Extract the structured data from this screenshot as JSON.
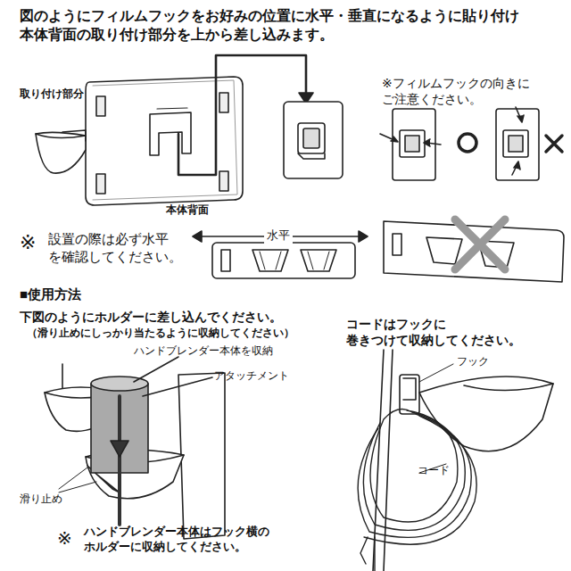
{
  "diagram": {
    "labels": [
      "図のようにフィルムフックをお好みの位置に水平・垂直になるように貼り付け 本体背面の取り付け部分を上から差し込みます。",
      "取り付け部分",
      "本体背面",
      "※フィルムフックの向きに ご注意ください。",
      "※",
      "設置の際は必ず水平 を確認してください。",
      "水平",
      "■使用方法",
      "下図のようにホルダーに差し込んでください。",
      "（滑り止めにしっかり当たるように収納してください）",
      "ハンドブレンダー本体を収納",
      "アタッチメント",
      "滑り止め",
      "※",
      "ハンドブレンダー本体はフック横の ホルダーに収納してください。",
      "コードはフックに 巻きつけて収納してください。",
      "フック",
      "コード"
    ]
  }
}
